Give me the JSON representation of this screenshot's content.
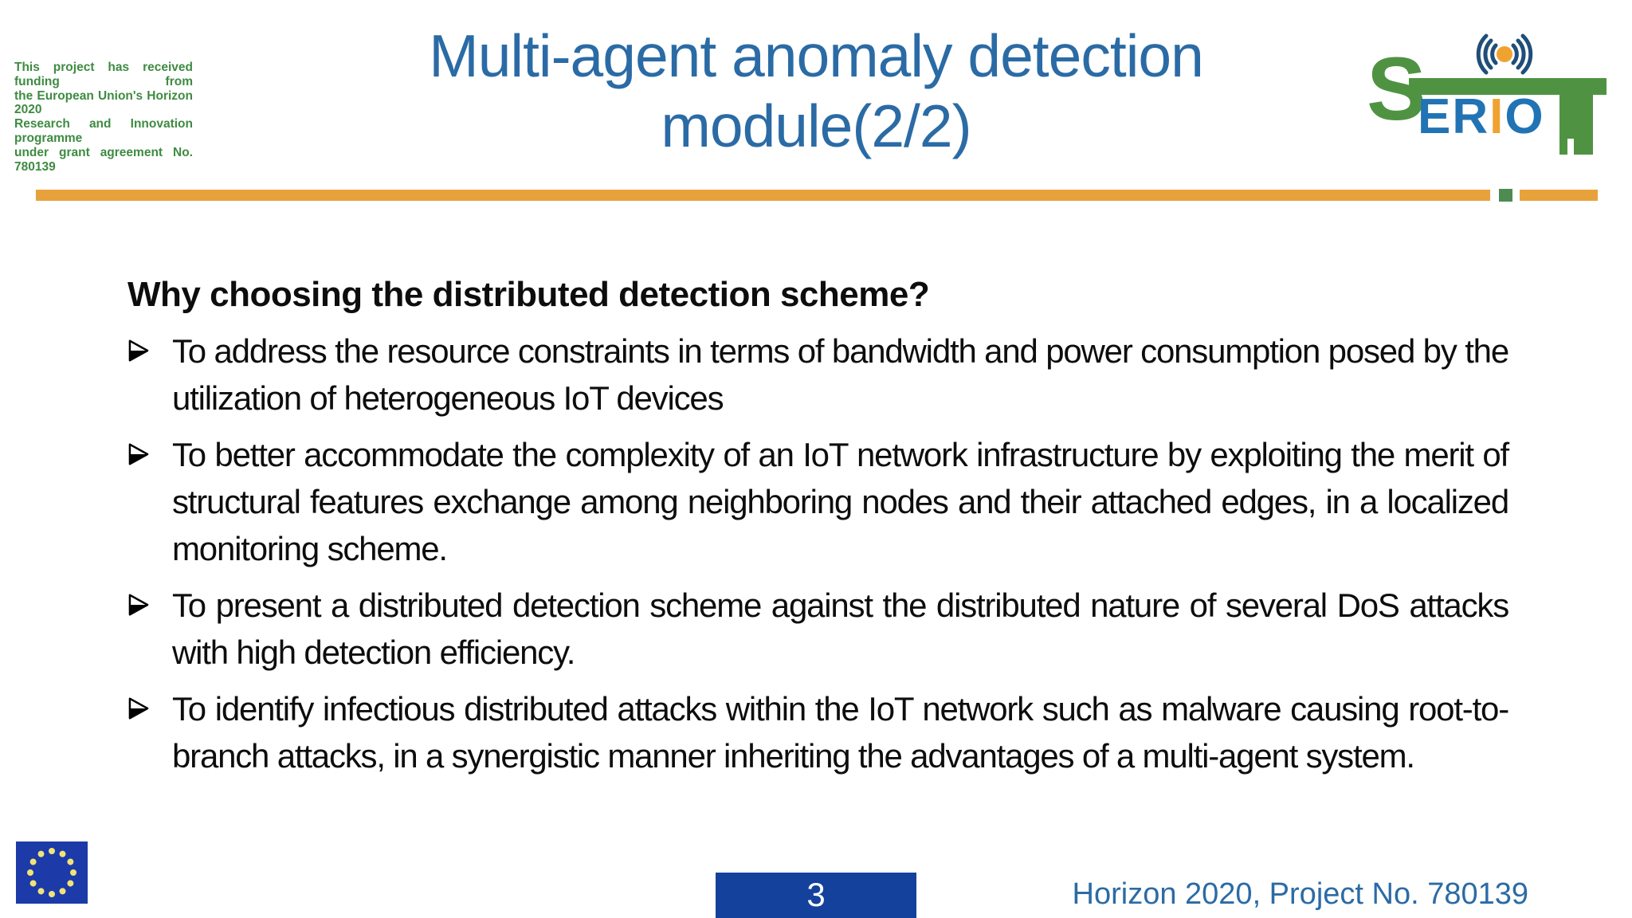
{
  "slide": {
    "funding_note_lines": [
      "This project has received funding from",
      "the European Union's Horizon 2020",
      "Research and Innovation programme",
      "under grant agreement No. 780139"
    ],
    "title": {
      "line1": "Multi-agent anomaly detection",
      "line2": "module(2/2)"
    },
    "logo": {
      "name": "SERIOT",
      "letter_s": "S",
      "letter_e": "E",
      "letter_r": "R",
      "letter_i": "I",
      "letter_o": "O",
      "wifi_icon": "wifi-signal-icon",
      "key_icon": "key-shaped-t-icon"
    },
    "content": {
      "heading": "Why choosing the distributed detection scheme?",
      "bullet_marker_icon": "arrowhead-right-icon",
      "bullets": [
        "To address the resource constraints in terms of bandwidth and power consumption posed by the utilization of heterogeneous IoT devices",
        "To better accommodate the complexity of an IoT network infrastructure by exploiting the merit of structural features exchange among neighboring nodes and their attached edges, in a localized monitoring scheme.",
        "To present a distributed detection scheme against the distributed nature of several DoS attacks with high detection efficiency.",
        "To identify infectious distributed attacks within the IoT network such as malware causing root-to-branch attacks, in a synergistic manner inheriting the advantages of a multi-agent system."
      ]
    },
    "footer": {
      "page_number": "3",
      "project_note": "Horizon 2020, Project No. 780139"
    },
    "colors": {
      "title_blue": "#2B6BA5",
      "divider_orange": "#E8A23C",
      "divider_green": "#4D8B51",
      "funding_green": "#3E8B41",
      "page_box_blue": "#14419B",
      "eu_flag_blue": "#1C3BA8",
      "logo_green": "#4F9342",
      "logo_blue": "#2173B4",
      "logo_orange": "#F0A230",
      "wifi_navy": "#1F4E79"
    }
  }
}
